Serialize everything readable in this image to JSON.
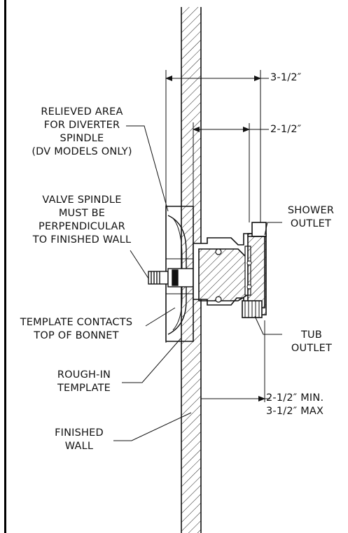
{
  "labels": {
    "relieved_area": [
      "RELIEVED AREA",
      "FOR DIVERTER",
      "SPINDLE",
      "(DV MODELS ONLY)"
    ],
    "valve_spindle": [
      "VALVE SPINDLE",
      "MUST BE",
      "PERPENDICULAR",
      "TO FINISHED WALL"
    ],
    "template_contacts": [
      "TEMPLATE CONTACTS",
      "TOP OF BONNET"
    ],
    "rough_in": [
      "ROUGH-IN",
      "TEMPLATE"
    ],
    "finished_wall": [
      "FINISHED",
      "WALL"
    ],
    "shower_outlet": [
      "SHOWER",
      "OUTLET"
    ],
    "tub_outlet": [
      "TUB",
      "OUTLET"
    ]
  },
  "dimensions": {
    "overall": "3-1/2″",
    "inner": "2-1/2″",
    "depth_min": "2-1/2″ MIN.",
    "depth_max": "3-1/2″ MAX"
  },
  "colors": {
    "line": "#111111",
    "background": "#ffffff"
  }
}
